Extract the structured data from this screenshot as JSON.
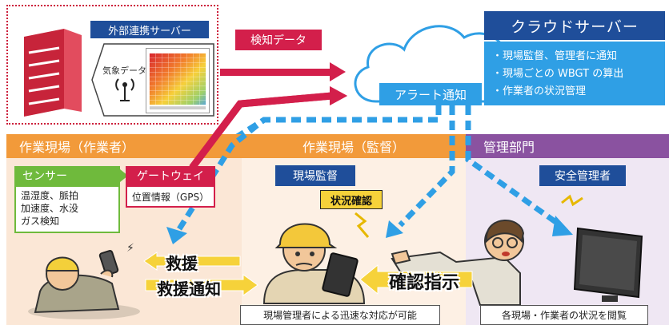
{
  "external_server": {
    "title": "外部連携サーバー",
    "weather_label": "気象データ"
  },
  "detection_data_label": "検知データ",
  "cloud_server": {
    "title": "クラウドサーバー",
    "items": [
      "・現場監督、管理者に通知",
      "・現場ごとの WBGT の算出",
      "・作業者の状況管理"
    ]
  },
  "alert_label": "アラート通知",
  "sections": {
    "worker": "作業現場（作業者）",
    "supervisor": "作業現場（監督）",
    "management": "管理部門"
  },
  "sensor": {
    "title": "センサー",
    "lines": [
      "温湿度、脈拍",
      "加速度、水没",
      "ガス検知"
    ]
  },
  "gateway": {
    "title": "ゲートウェイ",
    "body": "位置情報（GPS）"
  },
  "supervisor_label": "現場監督",
  "status_check_label": "状況確認",
  "safety_manager_label": "安全管理者",
  "rescue_label": "救援",
  "rescue_notify_label": "救援通知",
  "confirm_instruction_label": "確認指示",
  "captions": {
    "supervisor": "現場管理者による迅速な対応が可能",
    "management": "各現場・作業者の状況を閲覧"
  },
  "colors": {
    "navy": "#1f4e9a",
    "sky": "#2f9fe5",
    "crimson": "#d31f4b",
    "orange": "#f29a3a",
    "purple": "#8a52a0",
    "green": "#6fba3c",
    "yellow": "#f6d23a"
  },
  "icons": [
    "server-tower-icon",
    "antenna-icon",
    "cloud-icon",
    "worker-collapsed-illustration",
    "supervisor-tablet-illustration",
    "manager-pointing-illustration",
    "monitor-icon"
  ]
}
